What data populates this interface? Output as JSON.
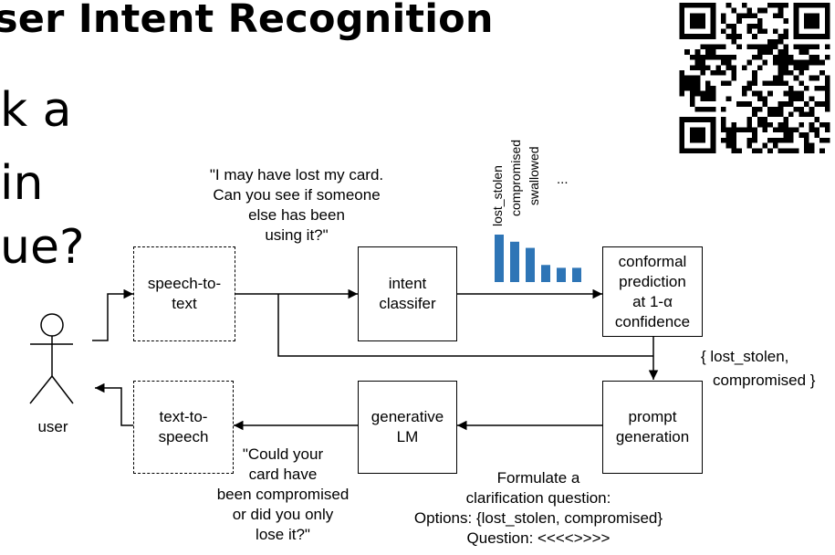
{
  "slide": {
    "title": "ser Intent Recognition",
    "bg_lines": [
      "k a",
      " in",
      "ue?"
    ]
  },
  "diagram": {
    "user_label": "user",
    "boxes": {
      "speech_to_text": [
        "speech-to-",
        "text"
      ],
      "intent_classifier": [
        "intent",
        "classifer"
      ],
      "conformal_prediction": [
        "conformal",
        "prediction",
        "at 1-α",
        "confidence"
      ],
      "prompt_generation": [
        "prompt",
        "generation"
      ],
      "generative_lm": [
        "generative",
        "LM"
      ],
      "text_to_speech": [
        "text-to-",
        "speech"
      ]
    },
    "user_quote": [
      "\"I may have lost my card.",
      "Can you see if someone",
      "else has been",
      "using it?\""
    ],
    "response_quote": [
      "\"Could your",
      "card have",
      "been compromised",
      "or did you only",
      "lose it?\""
    ],
    "prediction_set": [
      "{ lost_stolen,",
      "compromised }"
    ],
    "prompt_text": [
      "Formulate a",
      "clarification question:",
      "Options: {lost_stolen, compromised}",
      "Question: <<<<>>>>"
    ],
    "histogram": {
      "labels": [
        "lost_stolen",
        "compromised",
        "swallowed"
      ],
      "ellipsis": "...",
      "bar_color": "#2e75b6",
      "bar_levels": [
        1.0,
        0.85,
        0.72,
        0.36,
        0.3,
        0.3
      ]
    }
  },
  "qr_code": {
    "icon": "qr-code-icon"
  }
}
